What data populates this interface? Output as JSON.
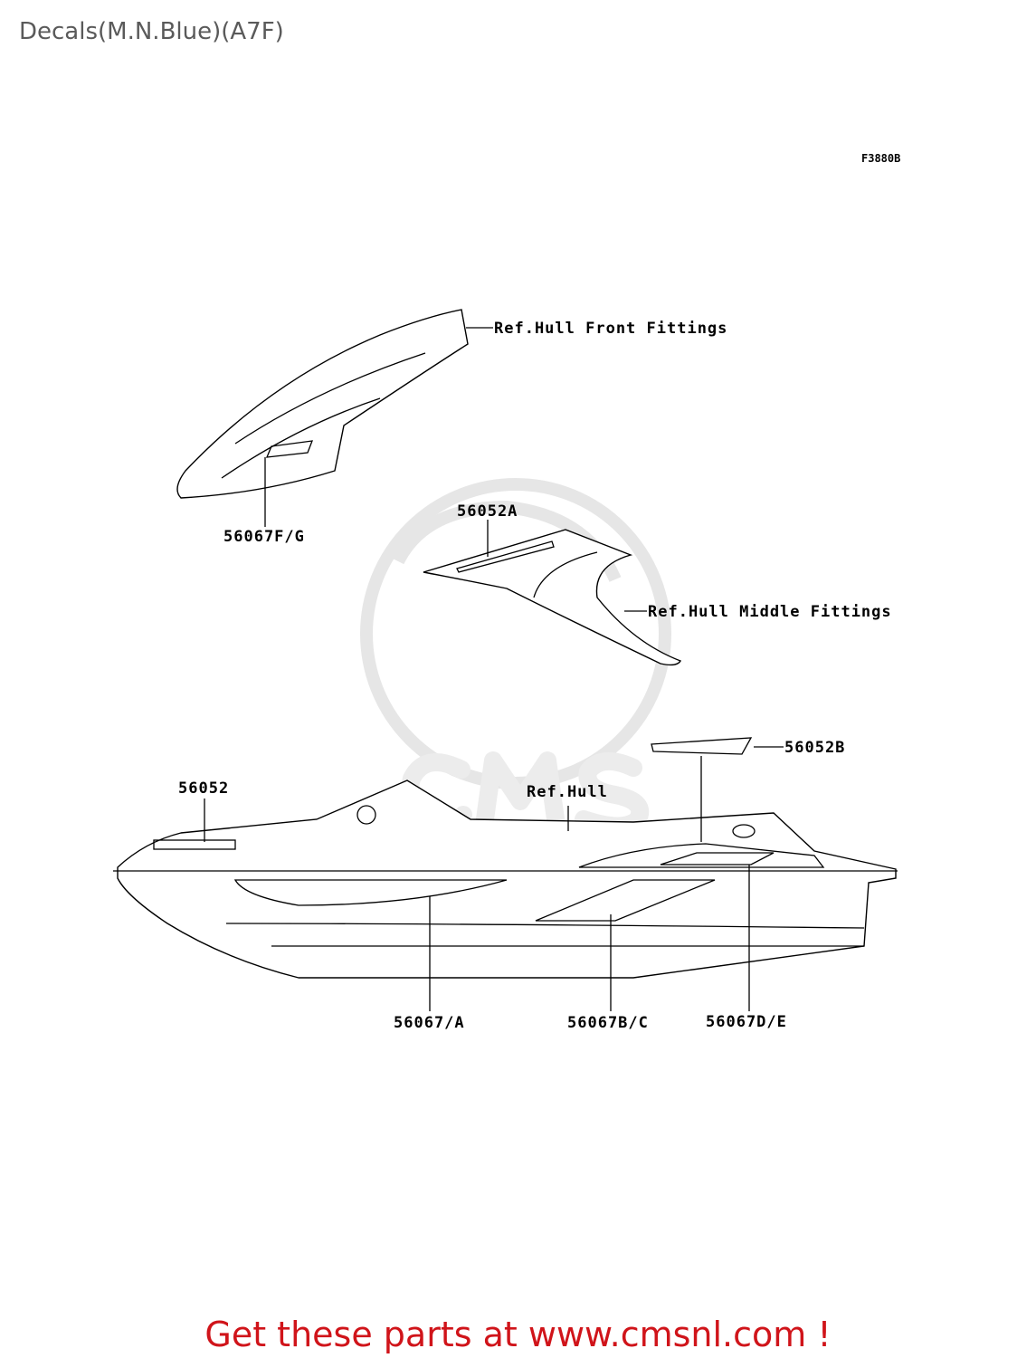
{
  "title": "Decals(M.N.Blue)(A7F)",
  "diagram": {
    "figure_code": "F3880B",
    "watermark": "CMS www.cmsnl.com",
    "callouts": [
      {
        "id": "ref-hull-front",
        "label": "Ref.Hull Front Fittings"
      },
      {
        "id": "56067fg",
        "label": "56067F/G"
      },
      {
        "id": "56052a",
        "label": "56052A"
      },
      {
        "id": "ref-hull-middle",
        "label": "Ref.Hull Middle Fittings"
      },
      {
        "id": "56052b",
        "label": "56052B"
      },
      {
        "id": "56052",
        "label": "56052"
      },
      {
        "id": "ref-hull",
        "label": "Ref.Hull"
      },
      {
        "id": "56067a",
        "label": "56067/A"
      },
      {
        "id": "56067bc",
        "label": "56067B/C"
      },
      {
        "id": "56067de",
        "label": "56067D/E"
      }
    ]
  },
  "footer": {
    "link_text": "Get these parts at www.cmsnl.com !"
  }
}
